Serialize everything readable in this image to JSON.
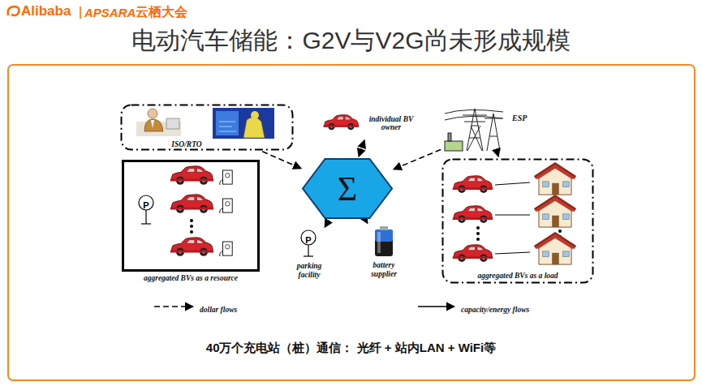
{
  "diagram": {
    "title": "电动汽车储能：G2V与V2G尚未形成规模",
    "caption": "40万个充电站（桩）通信： 光纤 + 站内LAN + WiFi等",
    "nodes": [
      {
        "text": [
          "ISO/RTO"
        ]
      },
      {
        "text": [
          "aggregated BVs as a resource"
        ]
      },
      {
        "text": [
          "Σ"
        ]
      },
      {
        "text": [
          "individual BV owner"
        ]
      },
      {
        "text": [
          "ESP"
        ]
      },
      {
        "text": [
          "parking facility"
        ]
      },
      {
        "text": [
          "battery supplier"
        ]
      },
      {
        "text": [
          "aggregated BVs as a load"
        ]
      }
    ],
    "edges": [
      {
        "from": 0,
        "to": 2,
        "arrow": "to"
      },
      {
        "from": 3,
        "to": 2,
        "arrow": "both"
      },
      {
        "from": 4,
        "to": 2,
        "arrow": "to"
      },
      {
        "from": 2,
        "to": 5,
        "arrow": "to"
      },
      {
        "from": 2,
        "to": 6,
        "arrow": "to"
      },
      {
        "from": 4,
        "to": 7,
        "arrow": "to"
      }
    ],
    "labels": [
      "Alibaba",
      "APSARA",
      "云栖大会",
      "P",
      "P"
    ],
    "legend": [
      {
        "text": "dollar flows"
      },
      {
        "text": "capacity/energy flows"
      }
    ]
  }
}
